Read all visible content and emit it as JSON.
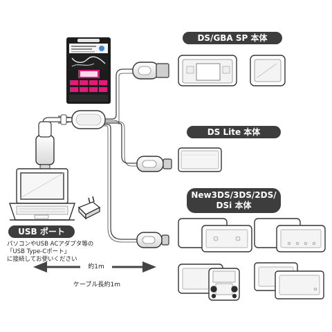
{
  "labels": {
    "ds_gba_sp": "DS/GBA SP 本体",
    "ds_lite": "DS Lite 本体",
    "new3ds_line1": "New3DS/3DS/2DS/",
    "new3ds_line2": "DSi 本体",
    "usb_port": "USB ポート"
  },
  "usb_note": {
    "line1": "パソコンやUSB ACアダプタ等の",
    "line2": "「USB Type-Cポート」",
    "line3": "に接続してお使いください"
  },
  "length": {
    "approx": "約1m",
    "cable_total": "ケーブル長約1m"
  },
  "colors": {
    "pill_bg": "#3d3d3d",
    "line": "#444444",
    "package_pink": "#e8177a"
  }
}
